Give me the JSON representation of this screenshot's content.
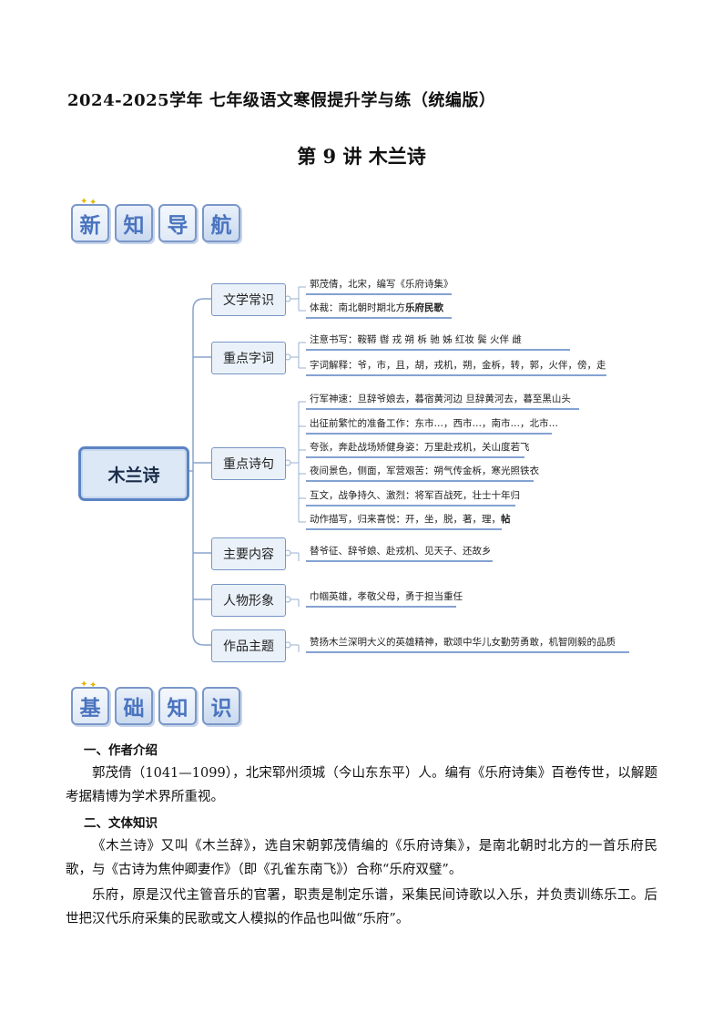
{
  "header": {
    "title": "2024-2025学年  七年级语文寒假提升学与练（统编版）",
    "lesson": "第 9 讲  木兰诗"
  },
  "badges_top": [
    "新",
    "知",
    "导",
    "航"
  ],
  "badges_bottom": [
    "基",
    "础",
    "知",
    "识"
  ],
  "mindmap": {
    "root": "木兰诗",
    "nodes": [
      {
        "label": "文学常识",
        "leaves": [
          "郭茂倩，北宋，编写《乐府诗集》",
          "体裁：南北朝时期北方"
        ],
        "leaf_bold": [
          "",
          "乐府民歌"
        ]
      },
      {
        "label": "重点字词",
        "leaves": [
          "注意书写：鞍鞯 辔  戎  朔  柝  驰 姊  红妆  鬓  火伴  雌",
          "字词解释：爷，市，且，胡，戎机，朔，金柝，转，郭，火伴，傍，走"
        ],
        "leaf_bold": [
          "",
          ""
        ]
      },
      {
        "label": "重点诗句",
        "leaves": [
          "行军神速：旦辞爷娘去，暮宿黄河边   旦辞黄河去，暮至黑山头",
          "出征前繁忙的准备工作：东市…，西市…，南市…，北市…",
          "夸张，奔赴战场矫健身姿：万里赴戎机，关山度若飞",
          "夜间景色，侧面，军营艰苦：朔气传金柝，寒光照铁衣",
          "互文，战争持久、激烈：将军百战死，壮士十年归",
          "动作描写，归来喜悦：开，坐，脱，著，理，"
        ],
        "leaf_bold": [
          "",
          "",
          "",
          "",
          "",
          "帖"
        ]
      },
      {
        "label": "主要内容",
        "leaves": [
          "替爷征、辞爷娘、赴戎机、见天子、还故乡"
        ],
        "leaf_bold": [
          ""
        ]
      },
      {
        "label": "人物形象",
        "leaves": [
          "巾帼英雄，孝敬父母，勇于担当重任"
        ],
        "leaf_bold": [
          ""
        ]
      },
      {
        "label": "作品主题",
        "leaves": [
          "赞扬木兰深明大义的英雄精神，歌颂中华儿女勤劳勇敢，机智刚毅的品质"
        ],
        "leaf_bold": [
          ""
        ]
      }
    ]
  },
  "sections": [
    {
      "heading": "一、作者介绍",
      "paragraphs": [
        "郭茂倩（1041—1099），北宋郓州须城（今山东东平）人。编有《乐府诗集》百卷传世，以解题考据精博为学术界所重视。"
      ]
    },
    {
      "heading": "二、文体知识",
      "paragraphs": [
        "《木兰诗》又叫《木兰辞》，选自宋朝郭茂倩编的《乐府诗集》，是南北朝时北方的一首乐府民歌，与《古诗为焦仲卿妻作》（即《孔雀东南飞》）合称“乐府双璧”。",
        "乐府，原是汉代主管音乐的官署，职责是制定乐谱，采集民间诗歌以入乐，并负责训练乐工。后世把汉代乐府采集的民歌或文人模拟的作品也叫做“乐府”。"
      ]
    }
  ],
  "colors": {
    "accent": "#4a74bf",
    "node_border": "#7896c6",
    "root_fill": "#dce8f6"
  }
}
